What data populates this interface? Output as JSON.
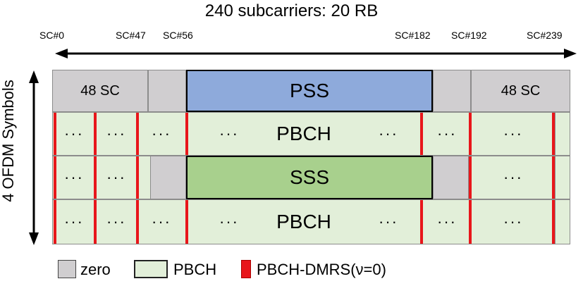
{
  "title": "240 subcarriers: 20 RB",
  "subcarrier_labels": [
    "SC#0",
    "SC#47",
    "SC#56",
    "SC#182",
    "SC#192",
    "SC#239"
  ],
  "y_label": "4 OFDM Symbols",
  "blocks": {
    "pss": "PSS",
    "sss": "SSS",
    "pbch": "PBCH",
    "side_sc_left": "48 SC",
    "side_sc_right": "48 SC",
    "dots": "···"
  },
  "legend": {
    "zero": "zero",
    "pbch": "PBCH",
    "dmrs": "PBCH-DMRS(ν=0)"
  },
  "colors": {
    "zero": "#d0ced0",
    "pbch": "#e2efd9",
    "pss": "#8eaadb",
    "sss": "#a8d08d",
    "dmrs": "#e8161b"
  }
}
